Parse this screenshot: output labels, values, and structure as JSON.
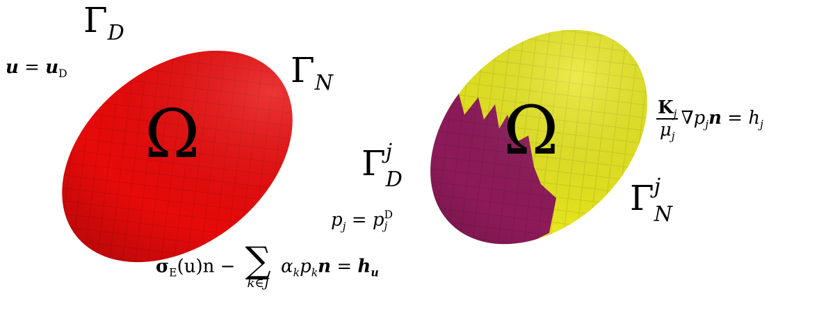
{
  "colors": {
    "solid_domain": "#e80a0a",
    "dirichlet_patch": "#0b1487",
    "fluid_domain": "#e6e61e",
    "fluid_dirichlet_patch": "#8e1a5a",
    "text": "#000000"
  },
  "left_body": {
    "domain": "Ω",
    "gamma_d": {
      "sym": "Γ",
      "sub": "D"
    },
    "gamma_n": {
      "sym": "Γ",
      "sub": "N"
    },
    "dirichlet_condition": {
      "lhs": "u",
      "eq": " = ",
      "rhs": "u",
      "rhs_sub": "D"
    },
    "traction_condition": {
      "sigma": "σ",
      "sigma_sub": "E",
      "arg": "(u)n − ",
      "sum_symbol": "∑",
      "sum_index": "k∈J",
      "term": "α",
      "term_sub": "k",
      "term2": "p",
      "term2_sub": "k",
      "n": "n",
      "eq": " = ",
      "rhs": "h",
      "rhs_sub": "u"
    }
  },
  "right_body": {
    "domain": "Ω",
    "gamma_dj": {
      "sym": "Γ",
      "sup": "j",
      "sub": "D"
    },
    "gamma_nj": {
      "sym": "Γ",
      "sup": "j",
      "sub": "N"
    },
    "pressure_condition": {
      "p": "p",
      "p_sub": "j",
      "eq": " = ",
      "rhs": "p",
      "rhs_sup": "D",
      "rhs_sub": "j"
    },
    "flux_condition": {
      "num": "K",
      "num_sub": "j",
      "den": "μ",
      "den_sub": "j",
      "grad": "∇p",
      "grad_sub": "j",
      "n": "n",
      "eq": " = ",
      "rhs": "h",
      "rhs_sub": "j"
    }
  }
}
